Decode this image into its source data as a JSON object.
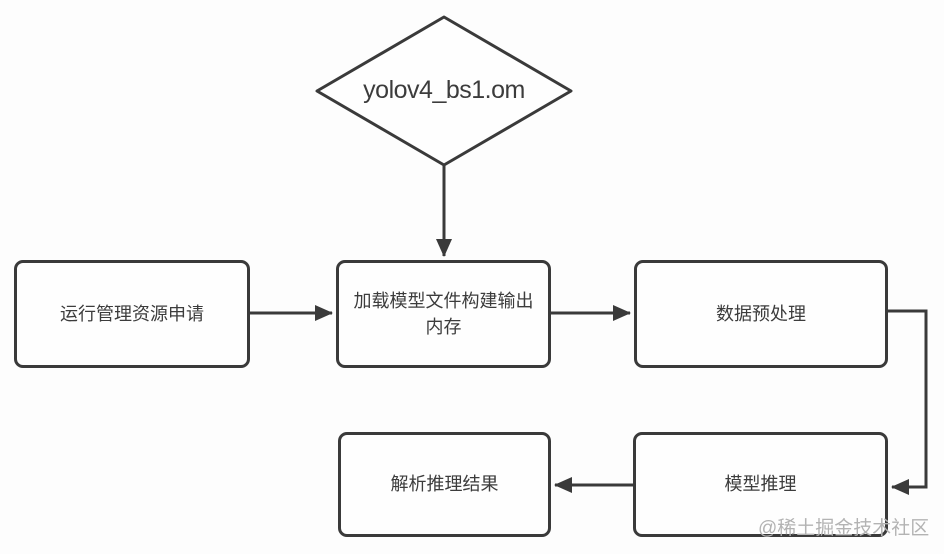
{
  "colors": {
    "line": "#3a3a3a",
    "text": "#3c3c3c",
    "background": "#fdfdfd",
    "node_fill": "#fefefe",
    "watermark": "#b3b3b3"
  },
  "diagram": {
    "type": "flowchart",
    "nodes": [
      {
        "id": "om-model-file",
        "shape": "diamond",
        "label": "yolov4_bs1.om"
      },
      {
        "id": "runtime-resource-request",
        "shape": "rect",
        "label": "运行管理资源申请"
      },
      {
        "id": "load-model-build-output-memory",
        "shape": "rect",
        "label": "加载模型文件构建输出内存"
      },
      {
        "id": "data-preprocess",
        "shape": "rect",
        "label": "数据预处理"
      },
      {
        "id": "parse-inference-result",
        "shape": "rect",
        "label": "解析推理结果"
      },
      {
        "id": "model-inference",
        "shape": "rect",
        "label": "模型推理"
      }
    ],
    "edges": [
      {
        "from": "om-model-file",
        "to": "load-model-build-output-memory"
      },
      {
        "from": "runtime-resource-request",
        "to": "load-model-build-output-memory"
      },
      {
        "from": "load-model-build-output-memory",
        "to": "data-preprocess"
      },
      {
        "from": "data-preprocess",
        "to": "model-inference"
      },
      {
        "from": "model-inference",
        "to": "parse-inference-result"
      }
    ]
  },
  "watermark": {
    "label": "@稀土掘金技术社区"
  }
}
